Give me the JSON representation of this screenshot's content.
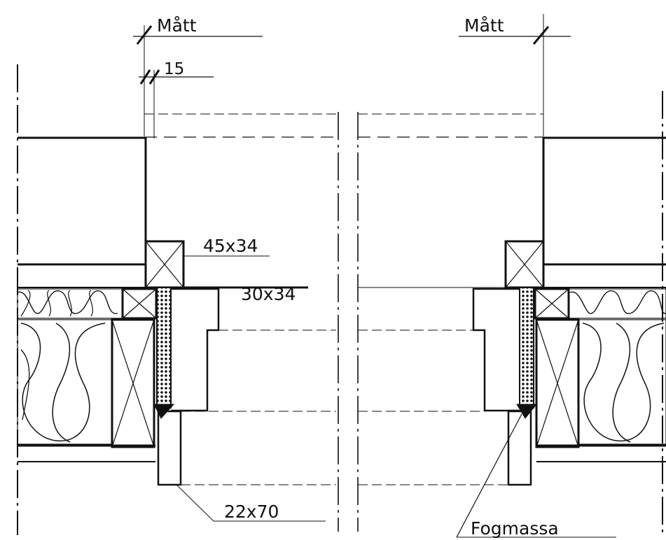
{
  "labels": {
    "matt_left": "Mått",
    "matt_right": "Mått",
    "gap_15": "15",
    "size_45x34": "45x34",
    "size_30x34": "30x34",
    "size_22x70": "22x70",
    "fogmassa": "Fogmassa"
  },
  "colors": {
    "ink": "#111111",
    "paper": "#ffffff"
  }
}
